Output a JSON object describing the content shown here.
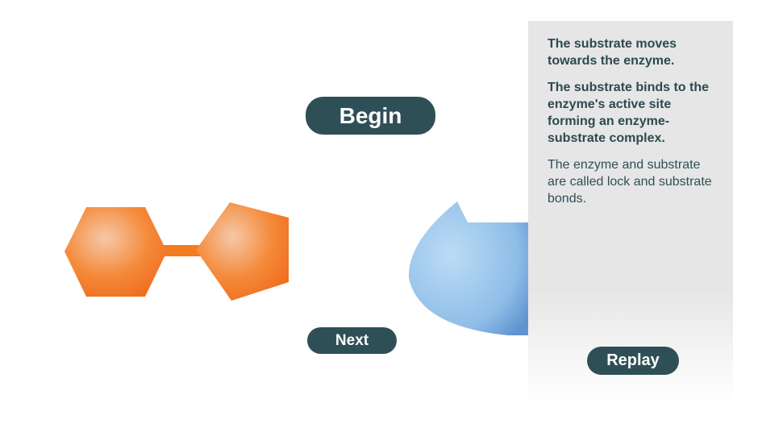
{
  "buttons": {
    "begin": "Begin",
    "next": "Next",
    "replay": "Replay"
  },
  "panel": {
    "captions": [
      "The substrate moves towards the enzyme.",
      "The substrate binds to the enzyme's active site forming an enzyme-substrate complex.",
      "The enzyme and substrate are called lock and substrate bonds."
    ]
  },
  "colors": {
    "substrate": "#f47b20",
    "enzyme": "#7fb0e0",
    "button": "#2f4f56"
  }
}
